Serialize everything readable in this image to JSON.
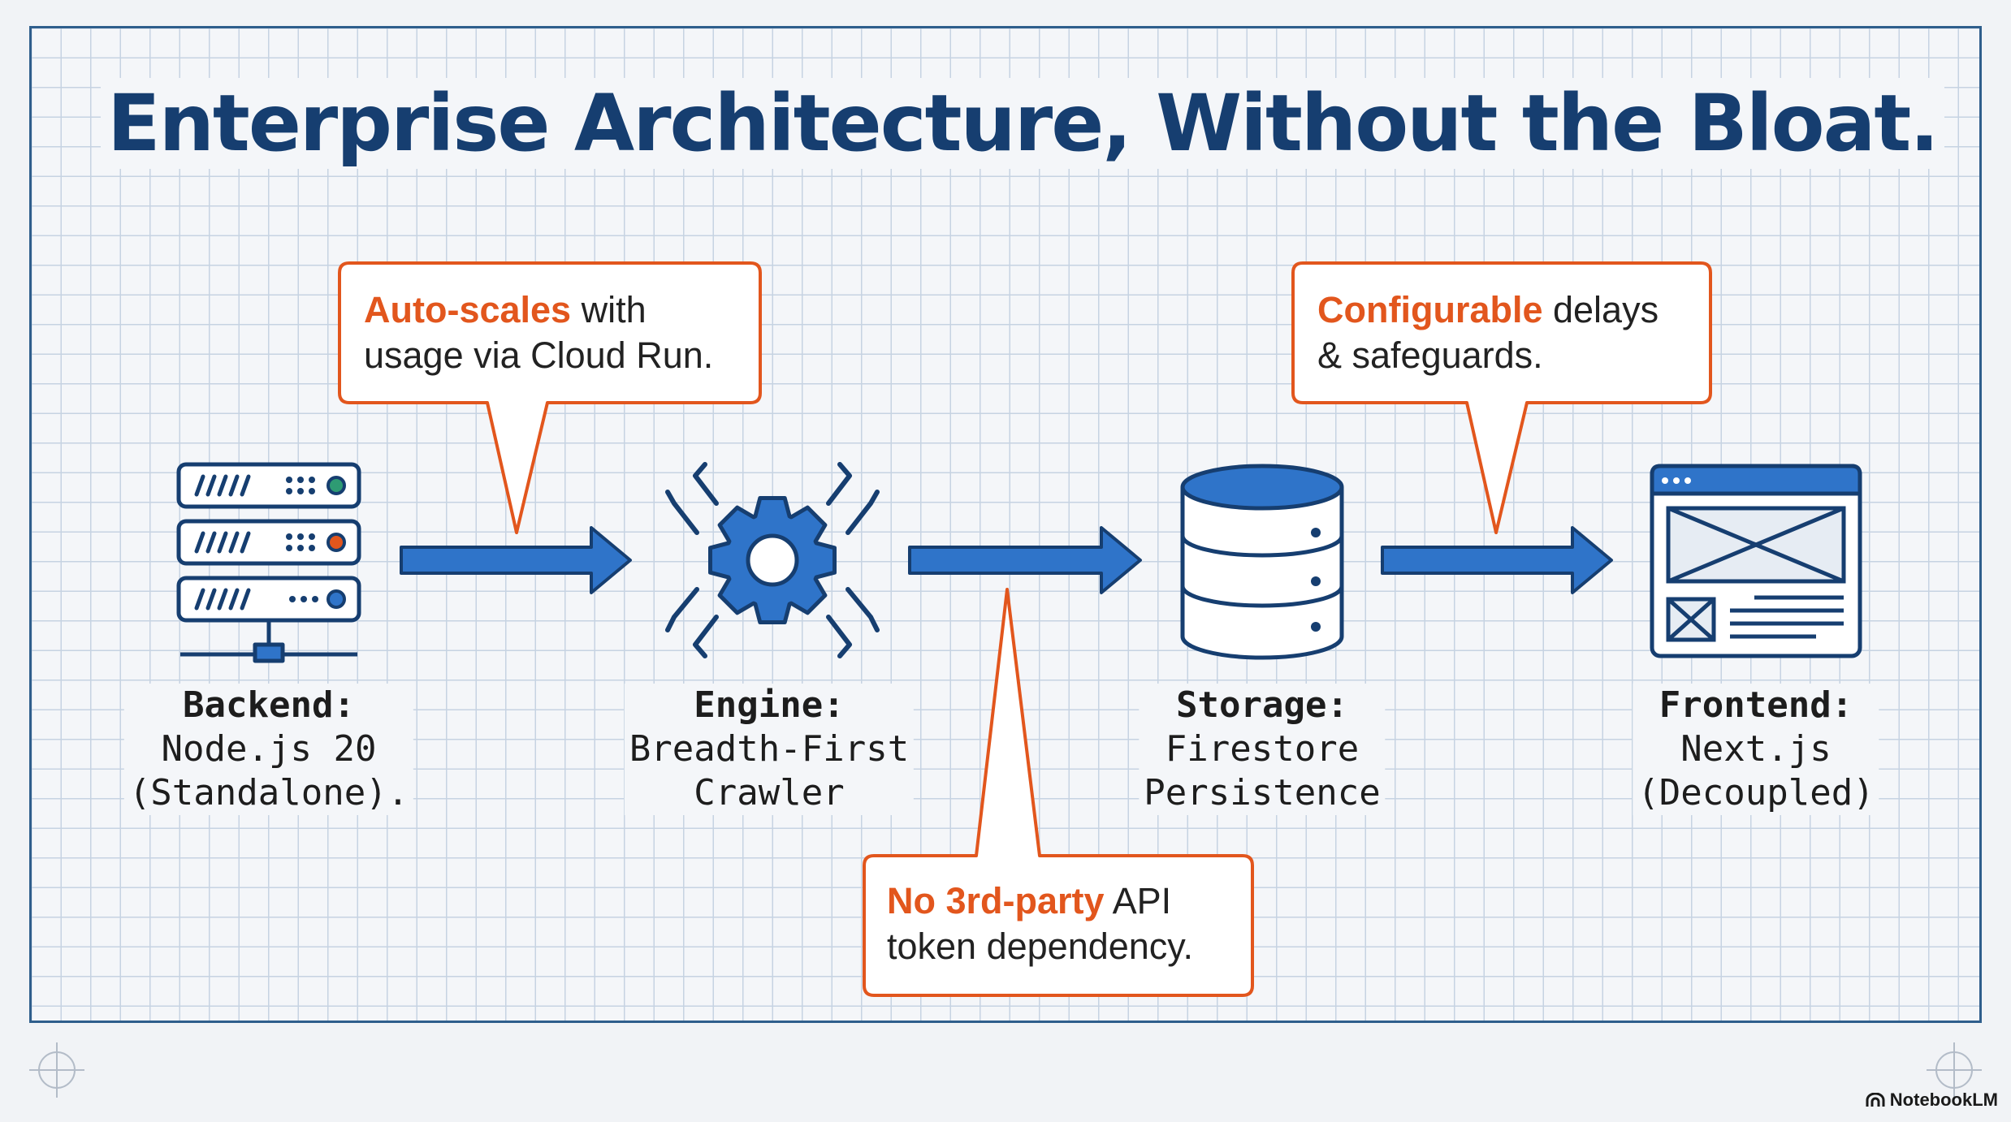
{
  "title": "Enterprise Architecture, Without the Bloat.",
  "nodes": [
    {
      "id": "backend",
      "icon": "server-rack-icon",
      "label_title": "Backend:",
      "label_lines": [
        "Node.js 20",
        "(Standalone)."
      ]
    },
    {
      "id": "engine",
      "icon": "gear-spider-icon",
      "label_title": "Engine:",
      "label_lines": [
        "Breadth-First",
        "Crawler"
      ]
    },
    {
      "id": "storage",
      "icon": "database-icon",
      "label_title": "Storage:",
      "label_lines": [
        "Firestore",
        "Persistence"
      ]
    },
    {
      "id": "frontend",
      "icon": "browser-window-icon",
      "label_title": "Frontend:",
      "label_lines": [
        "Next.js",
        "(Decoupled)"
      ]
    }
  ],
  "callouts": [
    {
      "id": "autoscale",
      "highlight": "Auto-scales",
      "rest_line1": " with",
      "line2": "usage via Cloud Run."
    },
    {
      "id": "configurable",
      "highlight": "Configurable",
      "rest_line1": " delays",
      "line2": "& safeguards."
    },
    {
      "id": "no-third-party",
      "highlight": "No 3rd-party",
      "rest_line1": " API",
      "line2": "token dependency."
    }
  ],
  "brand": {
    "name": "NotebookLM",
    "icon": "notebooklm-logo-icon"
  },
  "colors": {
    "primary_blue": "#2f74c9",
    "navy": "#163e70",
    "accent_orange": "#e2561d",
    "grid": "#c6d3e2"
  }
}
